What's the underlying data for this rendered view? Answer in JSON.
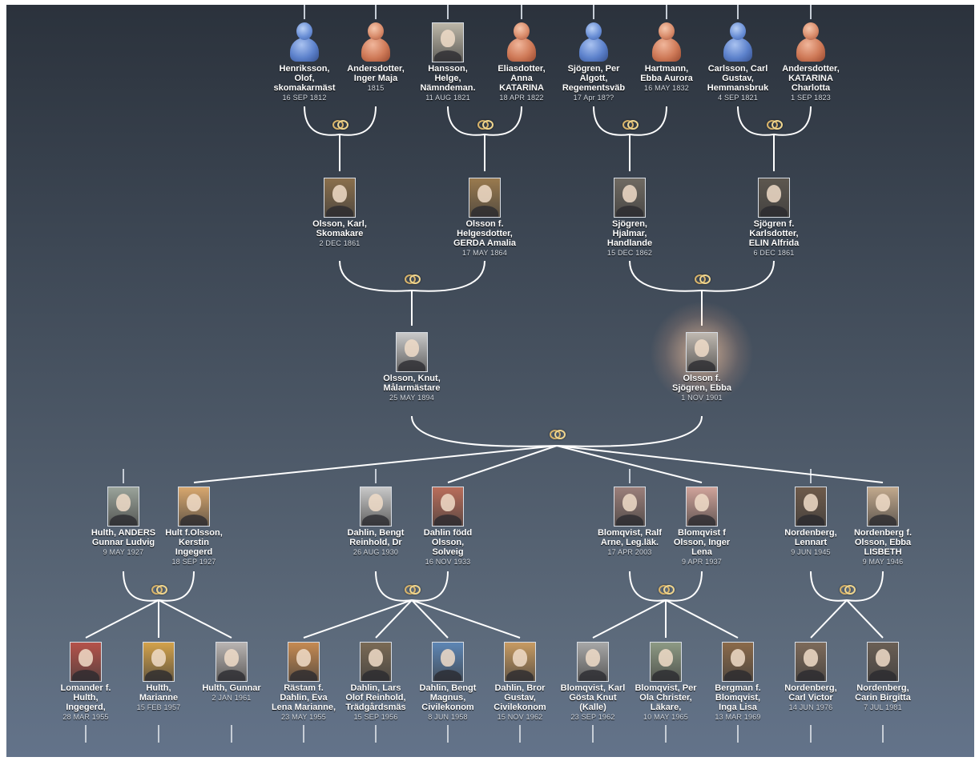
{
  "people": [
    {
      "id": "p1",
      "name": "Henriksson,\nOlof,\nskomakarmäst",
      "date": "16 SEP 1812",
      "gender": "male",
      "photo": false
    },
    {
      "id": "p2",
      "name": "Andersdotter,\nInger Maja",
      "date": "1815",
      "gender": "female",
      "photo": false
    },
    {
      "id": "p3",
      "name": "Hansson,\nHelge,\nNämndeman.",
      "date": "11 AUG 1821",
      "gender": "male",
      "photo": true,
      "tone": "#bdb7a8"
    },
    {
      "id": "p4",
      "name": "Eliasdotter,\nAnna\nKATARINA",
      "date": "18 APR 1822",
      "gender": "female",
      "photo": false
    },
    {
      "id": "p5",
      "name": "Sjögren, Per\nAlgott,\nRegementsväb",
      "date": "17 Apr 18??",
      "gender": "male",
      "photo": false
    },
    {
      "id": "p6",
      "name": "Hartmann,\nEbba Aurora",
      "date": "16 MAY 1832",
      "gender": "female",
      "photo": false
    },
    {
      "id": "p7",
      "name": "Carlsson, Carl\nGustav,\nHemmansbruk",
      "date": "4 SEP 1821",
      "gender": "male",
      "photo": false
    },
    {
      "id": "p8",
      "name": "Andersdotter,\nKATARINA\nCharlotta",
      "date": "1 SEP 1823",
      "gender": "female",
      "photo": false
    },
    {
      "id": "p9",
      "name": "Olsson, Karl,\nSkomakare",
      "date": "2 DEC 1861",
      "gender": "male",
      "photo": true,
      "tone": "#8a6f4c"
    },
    {
      "id": "p10",
      "name": "Olsson f.\nHelgesdotter,\nGERDA Amalia",
      "date": "17 MAY 1864",
      "gender": "female",
      "photo": true,
      "tone": "#9a7a4e"
    },
    {
      "id": "p11",
      "name": "Sjögren,\nHjalmar,\nHandlande",
      "date": "15 DEC 1862",
      "gender": "male",
      "photo": true,
      "tone": "#6f6a62"
    },
    {
      "id": "p12",
      "name": "Sjögren f.\nKarlsdotter,\nELIN  Alfrida",
      "date": "6 DEC 1861",
      "gender": "female",
      "photo": true,
      "tone": "#5d574f"
    },
    {
      "id": "p13",
      "name": "Olsson, Knut,\nMålarmästare",
      "date": "25 MAY 1894",
      "gender": "male",
      "photo": true,
      "tone": "#c9c9c9"
    },
    {
      "id": "p14",
      "name": "Olsson f.\nSjögren, Ebba",
      "date": "1 NOV 1901",
      "gender": "female",
      "photo": true,
      "tone": "#bfb8b0",
      "selected": true
    },
    {
      "id": "p15",
      "name": "Hulth, ANDERS\nGunnar Ludvig",
      "date": "9 MAY 1927",
      "gender": "male",
      "photo": true,
      "tone": "#9aa39a"
    },
    {
      "id": "p16",
      "name": "Hult f.Olsson,\nKerstin\nIngegerd",
      "date": "18 SEP 1927",
      "gender": "female",
      "photo": true,
      "tone": "#d8a76e"
    },
    {
      "id": "p17",
      "name": "Dahlin, Bengt\nReinhold, Dr",
      "date": "26 AUG 1930",
      "gender": "male",
      "photo": true,
      "tone": "#c8c8c8"
    },
    {
      "id": "p18",
      "name": "Dahlin född\nOlsson,\nSolveig",
      "date": "16 NOV 1933",
      "gender": "female",
      "photo": true,
      "tone": "#b96d5a"
    },
    {
      "id": "p19",
      "name": "Blomqvist, Ralf\nArne, Leg.läk.",
      "date": "17 APR 2003",
      "gender": "male",
      "photo": true,
      "tone": "#9b7f7a"
    },
    {
      "id": "p20",
      "name": "Blomqvist f\nOlsson, Inger\nLena",
      "date": "9 APR 1937",
      "gender": "female",
      "photo": true,
      "tone": "#d0a39a"
    },
    {
      "id": "p21",
      "name": "Nordenberg,\nLennart",
      "date": "9 JUN 1945",
      "gender": "male",
      "photo": true,
      "tone": "#6e5a4a"
    },
    {
      "id": "p22",
      "name": "Nordenberg f.\nOlsson, Ebba\nLISBETH",
      "date": "9 MAY 1946",
      "gender": "female",
      "photo": true,
      "tone": "#c2a98d"
    },
    {
      "id": "p23",
      "name": "Lomander f.\nHulth,\nIngegerd,",
      "date": "28 MAR 1955",
      "gender": "female",
      "photo": true,
      "tone": "#b5524a"
    },
    {
      "id": "p24",
      "name": "Hulth,\nMarianne",
      "date": "15 FEB 1957",
      "gender": "female",
      "photo": true,
      "tone": "#d3a24b"
    },
    {
      "id": "p25",
      "name": "Hulth, Gunnar",
      "date": "2 JAN 1961",
      "gender": "male",
      "photo": true,
      "tone": "#b9b4b2"
    },
    {
      "id": "p26",
      "name": "Rästam f.\nDahlin, Eva\nLena Marianne,",
      "date": "23 MAY 1955",
      "gender": "female",
      "photo": true,
      "tone": "#c58a52"
    },
    {
      "id": "p27",
      "name": "Dahlin, Lars\nOlof Reinhold,\nTrädgårdsmäs",
      "date": "15 SEP 1956",
      "gender": "male",
      "photo": true,
      "tone": "#7a6a55"
    },
    {
      "id": "p28",
      "name": "Dahlin, Bengt\nMagnus,\nCivilekonom",
      "date": "8 JUN 1958",
      "gender": "male",
      "photo": true,
      "tone": "#5d86b5"
    },
    {
      "id": "p29",
      "name": "Dahlin, Bror\nGustav,\nCivilekonom",
      "date": "15 NOV 1962",
      "gender": "male",
      "photo": true,
      "tone": "#c79b62"
    },
    {
      "id": "p30",
      "name": "Blomqvist, Karl\nGösta Knut\n(Kalle)",
      "date": "23 SEP 1962",
      "gender": "male",
      "photo": true,
      "tone": "#a7a7a7"
    },
    {
      "id": "p31",
      "name": "Blomqvist, Per\nOla Christer,\nLäkare,",
      "date": "10 MAY 1965",
      "gender": "male",
      "photo": true,
      "tone": "#8d9a84"
    },
    {
      "id": "p32",
      "name": "Bergman f.\nBlomqvist,\nInga  Lisa",
      "date": "13 MAR 1969",
      "gender": "female",
      "photo": true,
      "tone": "#8b6a4a"
    },
    {
      "id": "p33",
      "name": "Nordenberg,\nCarl Victor",
      "date": "14 JUN 1976",
      "gender": "male",
      "photo": true,
      "tone": "#7d6a5a"
    },
    {
      "id": "p34",
      "name": "Nordenberg,\nCarin Birgitta",
      "date": "7 JUL 1981",
      "gender": "female",
      "photo": true,
      "tone": "#6a5f55"
    }
  ],
  "colors": {
    "line": "#ffffff",
    "stub": "#c6cdd6",
    "ring": "#e0bd72",
    "male_icon": "#5d82cc",
    "female_icon": "#cf7a58",
    "selected_glow": "#ffe0c8"
  },
  "icons": {
    "marriage": "wedding-rings-icon",
    "male": "male-silhouette-icon",
    "female": "female-silhouette-icon",
    "photo": "portrait-photo"
  }
}
